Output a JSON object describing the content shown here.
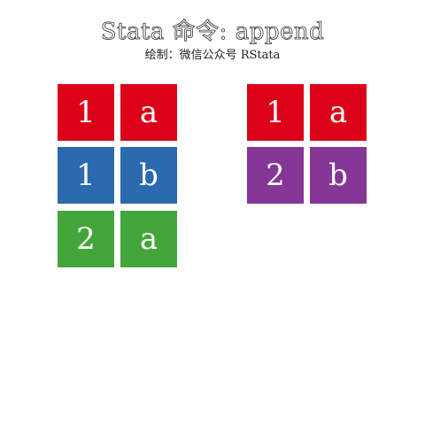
{
  "title": "Stata 命令: append",
  "subtitle": "绘制：微信公众号 RStata",
  "colors": {
    "red": "#dc0019",
    "blue": "#2b6aad",
    "green": "#43a63d",
    "purple": "#863696"
  },
  "left_table": {
    "rows": [
      {
        "c1": "1",
        "c2": "a",
        "color": "#dc0019"
      },
      {
        "c1": "1",
        "c2": "b",
        "color": "#2b6aad"
      },
      {
        "c1": "2",
        "c2": "a",
        "color": "#43a63d"
      }
    ]
  },
  "right_table": {
    "rows": [
      {
        "c1": "1",
        "c2": "a",
        "color": "#dc0019"
      },
      {
        "c1": "2",
        "c2": "b",
        "color": "#863696"
      }
    ]
  }
}
